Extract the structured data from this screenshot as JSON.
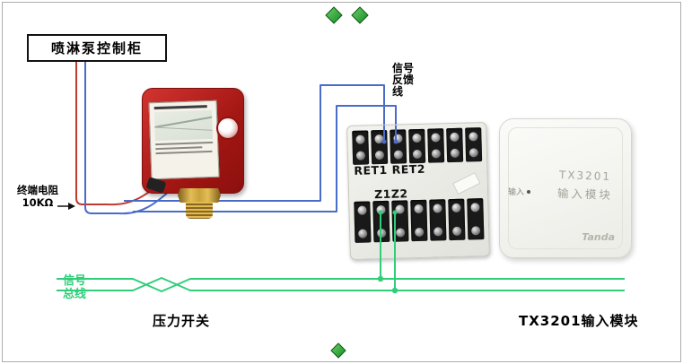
{
  "diagram": {
    "control_cabinet_label": "喷淋泵控制柜",
    "terminal_resistor": {
      "line1": "终端电阻",
      "line2": "10KΩ"
    },
    "signal_feedback": {
      "line1": "信号",
      "line2": "反馈",
      "line3": "线"
    },
    "terminal_labels": {
      "ret": "RET1 RET2",
      "z": "Z1Z2"
    },
    "signal_bus": {
      "line1": "信号",
      "line2": "总线"
    },
    "captions": {
      "pressure_switch": "压力开关",
      "input_module": "TX3201输入模块"
    }
  },
  "input_module": {
    "model": "TX3201",
    "name": "输入模块",
    "port_label": "输入",
    "brand": "Tanda"
  },
  "colors": {
    "wire_red": "#c13a2c",
    "wire_blue": "#4a6cc9",
    "bus_green": "#2fce79",
    "switch_body_red": "#b02420",
    "diamond_green_light": "#6fd06f",
    "diamond_green_dark": "#128a1e",
    "frame_gray": "#adadad"
  }
}
